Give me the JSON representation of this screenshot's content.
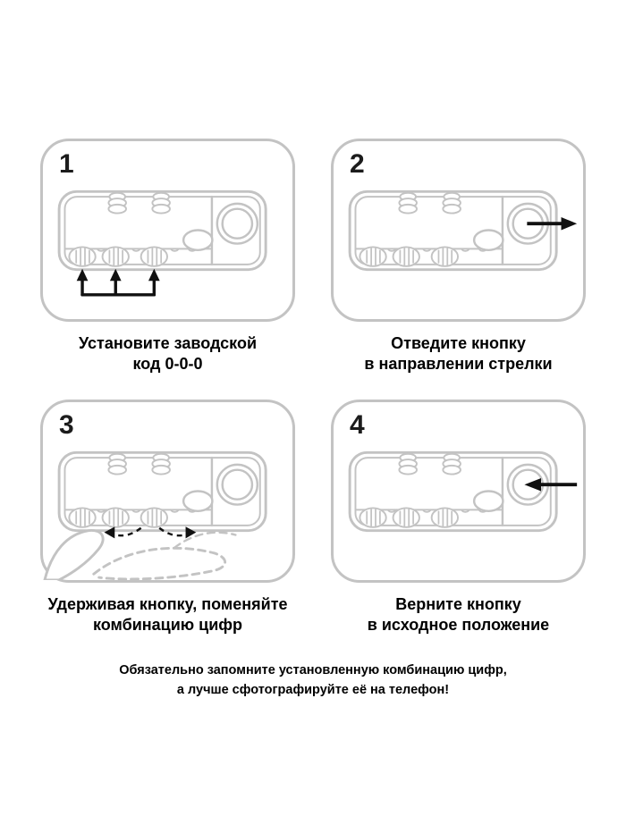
{
  "palette": {
    "background": "#ffffff",
    "outline": "#c3c3c3",
    "ink": "#111111"
  },
  "steps": [
    {
      "number": "1",
      "caption": [
        "Установите заводской",
        "код 0-0-0"
      ],
      "annotation": "three-up-arrows-at-dials"
    },
    {
      "number": "2",
      "caption": [
        "Отведите кнопку",
        "в направлении стрелки"
      ],
      "annotation": "arrow-right-from-button"
    },
    {
      "number": "3",
      "caption": [
        "Удерживая кнопку, поменяйте",
        "комбинацию цифр"
      ],
      "annotation": "hand-rotating-dials"
    },
    {
      "number": "4",
      "caption": [
        "Верните кнопку",
        "в исходное положение"
      ],
      "annotation": "arrow-left-to-button"
    }
  ],
  "footer": [
    "Обязательно запомните установленную комбинацию цифр,",
    "а лучше сфотографируйте её на телефон!"
  ]
}
